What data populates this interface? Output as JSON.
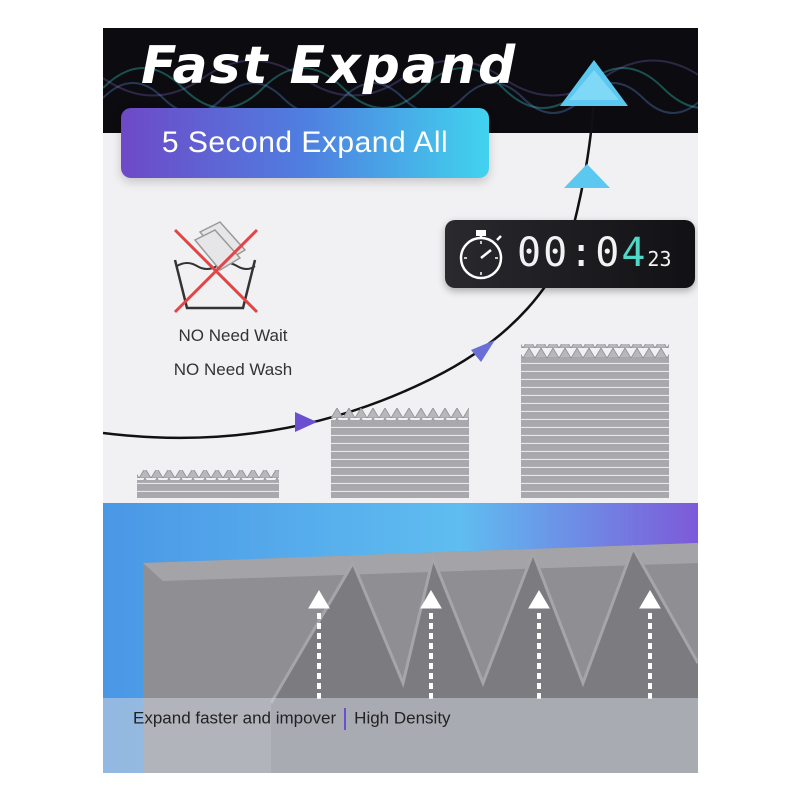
{
  "header": {
    "headline": "Fast Expand",
    "subtitle": "5 Second Expand All"
  },
  "timer": {
    "main_prefix": "00:0",
    "main_highlight": "4",
    "sub": "23"
  },
  "notes": {
    "line1": "NO Need Wait",
    "line2": "NO Need Wash"
  },
  "caption": {
    "left": "Expand faster and impover",
    "right": "High Density"
  },
  "colors": {
    "header_bg": "#0b0b10",
    "pill_gradient_start": "#6e49c7",
    "pill_gradient_end": "#41d3ee",
    "arrow_blue": "#5cc8f0",
    "arrow_purple": "#6a4fd0",
    "timer_highlight": "#4fd8c8",
    "foam_gray": "#a9a9ad",
    "cross_red": "#e24545"
  },
  "icons": {
    "stopwatch": "stopwatch-icon",
    "no_wash": "no-wash-icon",
    "upward_arrow": "up-arrow-icon"
  }
}
